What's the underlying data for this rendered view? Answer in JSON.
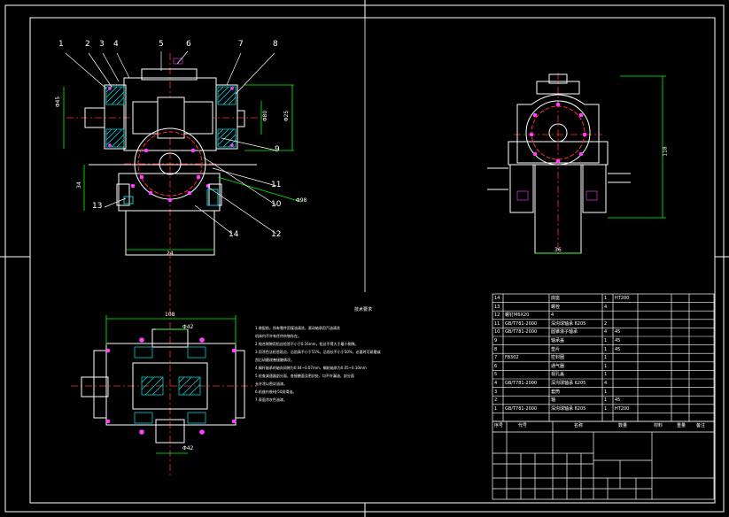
{
  "callouts": [
    "1",
    "2",
    "3",
    "4",
    "5",
    "6",
    "7",
    "8",
    "9",
    "10",
    "11",
    "12",
    "13",
    "14"
  ],
  "dims": {
    "d1": "Φ45",
    "d2": "Φ80",
    "d3": "Φ25",
    "d4": "34",
    "d5": "Φ98",
    "d6": "24",
    "d7": "108",
    "d8": "Φ42",
    "d9": "Φ42",
    "d10": "36",
    "d11": "118"
  },
  "notes": {
    "heading": "技术要求",
    "lines": [
      "1.装配前，所有零件用煤油清洗，滚动轴承用汽油清洗",
      "机体内不许有任何杂物存在。",
      "2.啮合侧隙用铅丝检验不小于0.16mm，铅丝不得大于最小侧隙。",
      "3.用涂色法检验斑点，沿齿高不小于55%，沿齿长不小于50%，必要时可研磨或",
      "刮后研磨改善接触情况。",
      "4.蜗杆轴承的轴向间隙为0.04~0.07mm，蜗轮轴承为0.05~0.10mm",
      "5.检查减速器剖分面，各接触面及密封处，均不许漏油，剖分面",
      "允许涂以密封油漆。",
      "6.机座内装HJ-50润滑油。",
      "7.表面涂灰色油漆。"
    ]
  },
  "parts": [
    [
      "14",
      "底座",
      "1",
      "HT200",
      ""
    ],
    [
      "13",
      "螺栓",
      "4",
      "",
      ""
    ],
    [
      "12",
      "螺钉M6X20",
      "4",
      "",
      ""
    ],
    [
      "11",
      "GB/T781-2000",
      "深沟球轴承 6205",
      "2",
      "",
      ""
    ],
    [
      "10",
      "GB/T781-2000",
      "圆锥滚子轴承",
      "4",
      "45"
    ],
    [
      "9",
      "",
      "轴承盖",
      "1",
      "45"
    ],
    [
      "8",
      "",
      "垫片",
      "1",
      "45"
    ],
    [
      "7",
      "F8302",
      "密封圈",
      "1",
      "",
      ""
    ],
    [
      "6",
      "",
      "通气器",
      "1",
      "",
      ""
    ],
    [
      "5",
      "",
      "视孔盖",
      "1",
      "",
      ""
    ],
    [
      "4",
      "GB/T781-2000",
      "深沟球轴承 6205",
      "4",
      "",
      ""
    ],
    [
      "3",
      "",
      "套筒",
      "1",
      "",
      ""
    ],
    [
      "2",
      "",
      "轴",
      "1",
      "45"
    ],
    [
      "1",
      "GB/T781-2000",
      "深沟球轴承 6205",
      "1",
      "HT200"
    ]
  ],
  "table_header": [
    "序号",
    "代号",
    "名称",
    "数量",
    "材料",
    "重量",
    "备注"
  ],
  "colors": {
    "outline": "#ffffff",
    "center": "#ff3030",
    "dimension": "#00ff00",
    "hatch": "#00d0d0",
    "fastener": "#ff40ff",
    "callout": "#ffffff",
    "highlight": "#ffff00"
  }
}
